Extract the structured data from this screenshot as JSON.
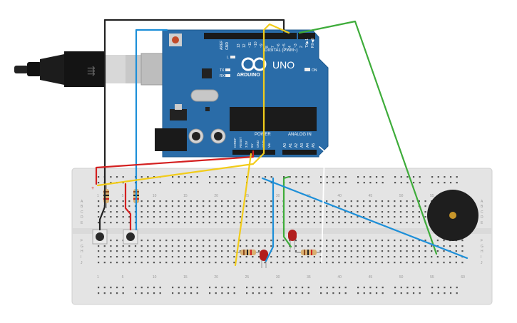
{
  "board": {
    "brand": "ARDUINO",
    "model": "UNO",
    "digital_label": "DIGITAL (PWM~)",
    "power_label": "POWER",
    "analog_label": "ANALOG IN",
    "on_label": "ON",
    "aref": "AREF",
    "gnd": "GND",
    "digital_pins": [
      "13",
      "12",
      "~11",
      "~10",
      "~9",
      "8",
      "7",
      "~6",
      "~5",
      "4",
      "~3",
      "2",
      "TX▶1",
      "RX◀0"
    ],
    "power_pins": [
      "IOREF",
      "RESET",
      "3.3V",
      "5V",
      "GND",
      "GND",
      "Vin"
    ],
    "analog_pins": [
      "A0",
      "A1",
      "A2",
      "A3",
      "A4",
      "A5"
    ],
    "led_l": "L",
    "led_tx": "TX",
    "led_rx": "RX"
  },
  "breadboard": {
    "row_letters_top": [
      "A",
      "B",
      "C",
      "D",
      "E"
    ],
    "row_letters_bottom": [
      "F",
      "G",
      "H",
      "I",
      "J"
    ],
    "col_numbers": [
      "1",
      "5",
      "10",
      "15",
      "20",
      "25",
      "30",
      "35",
      "40",
      "45",
      "50",
      "55",
      "60"
    ]
  },
  "colors": {
    "board": "#2a6ca8",
    "breadboard": "#e6e6e6",
    "wire_red": "#d42020",
    "wire_yellow": "#f2cc1a",
    "wire_blue": "#1d8fd8",
    "wire_green": "#3eac3a",
    "wire_black": "#222222",
    "wire_white": "#ffffff"
  }
}
